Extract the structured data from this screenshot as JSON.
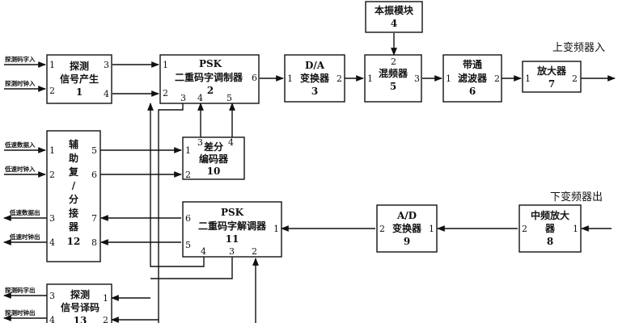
{
  "blocks": {
    "probe_gen": {
      "lines": [
        "探测",
        "信号产生",
        "1"
      ],
      "pins": [
        "1",
        "2",
        "3",
        "4"
      ]
    },
    "psk_mod": {
      "lines": [
        "PSK",
        "二重码字调制器",
        "2"
      ],
      "pins": [
        "1",
        "2",
        "3",
        "4",
        "5",
        "6"
      ]
    },
    "dac": {
      "lines": [
        "D/A",
        "变换器",
        "3"
      ],
      "pins": [
        "1",
        "2"
      ]
    },
    "local_osc": {
      "lines": [
        "本振模块",
        "4"
      ]
    },
    "mixer": {
      "lines": [
        "混频器",
        "5"
      ],
      "pins": [
        "1",
        "2",
        "3"
      ]
    },
    "bpf": {
      "lines": [
        "带通",
        "滤波器",
        "6"
      ],
      "pins": [
        "1",
        "2"
      ]
    },
    "amp": {
      "lines": [
        "放大器",
        "7"
      ],
      "pins": [
        "1",
        "2"
      ]
    },
    "diff_enc": {
      "lines": [
        "差分",
        "编码器",
        "10"
      ],
      "pins": [
        "1",
        "2",
        "3",
        "4"
      ]
    },
    "aux_mux": {
      "lines": [
        "辅",
        "助",
        "复",
        "/",
        "分",
        "接",
        "器",
        "12"
      ],
      "pins": [
        "1",
        "2",
        "3",
        "4",
        "5",
        "6",
        "7",
        "8"
      ]
    },
    "psk_demod": {
      "lines": [
        "PSK",
        "二重码字解调器",
        "11"
      ],
      "pins": [
        "1",
        "2",
        "3",
        "4",
        "5",
        "6"
      ]
    },
    "adc": {
      "lines": [
        "A/D",
        "变换器",
        "9"
      ],
      "pins": [
        "1",
        "2"
      ]
    },
    "if_amp": {
      "lines": [
        "中频放大",
        "器",
        "8"
      ],
      "pins": [
        "1",
        "2"
      ]
    },
    "probe_dec": {
      "lines": [
        "探测",
        "信号译码",
        "13"
      ],
      "pins": [
        "1",
        "2",
        "3",
        "4"
      ]
    }
  },
  "signals": {
    "probe_code_in": "探测码字入",
    "probe_clk_in": "探测时钟入",
    "low_data_in": "低速数据入",
    "low_clk_in": "低速时钟入",
    "low_data_out": "低速数据出",
    "low_clk_out": "低速时钟出",
    "probe_code_out": "探测码字出",
    "probe_clk_out": "探测时钟出"
  },
  "side_labels": {
    "upconv_in": "上变频器入",
    "downconv_out": "下变频器出"
  }
}
